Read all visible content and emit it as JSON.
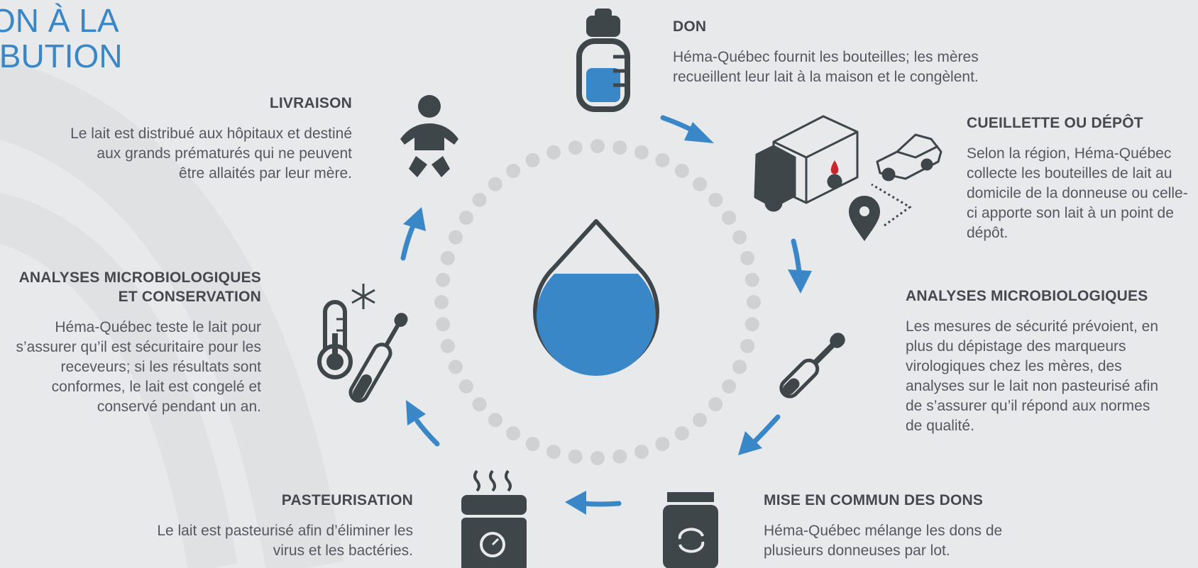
{
  "title": {
    "line1": "ON À LA",
    "line2": "IBUTION"
  },
  "steps": {
    "don": {
      "heading": "DON",
      "text": "Héma-Québec fournit les bouteilles; les mères recueillent leur lait à la maison et le congèlent."
    },
    "cueillette": {
      "heading": "CUEILLETTE OU DÉPÔT",
      "text": "Selon la région, Héma-Québec collecte les bouteilles de lait au domicile de la donneuse ou celle-ci apporte son lait à un point de dépôt."
    },
    "analyses": {
      "heading": "ANALYSES MICROBIOLOGIQUES",
      "text": "Les mesures de sécurité prévoient, en plus du dépistage des marqueurs virologiques chez les mères, des analyses sur le lait non pasteurisé afin de s’assurer qu’il répond aux normes de qualité."
    },
    "mise_en_commun": {
      "heading": "MISE EN COMMUN DES DONS",
      "text": "Héma-Québec mélange les dons de plusieurs donneuses par lot."
    },
    "pasteurisation": {
      "heading": "PASTEURISATION",
      "text": "Le lait est pasteurisé afin d’éliminer les virus et les bactéries."
    },
    "analyses_conservation": {
      "heading_line1": "ANALYSES MICROBIOLOGIQUES",
      "heading_line2": "ET CONSERVATION",
      "text": "Héma-Québec teste le lait pour s’assurer qu’il est sécuritaire pour les receveurs; si les résultats sont conformes, le lait est congelé et conservé pendant un an."
    },
    "livraison": {
      "heading": "LIVRAISON",
      "text": "Le lait est distribué aux hôpitaux et destiné aux grands prématurés qui ne peuvent être allaités par leur mère."
    }
  },
  "colors": {
    "accent": "#3a87c8",
    "icon": "#3f4649",
    "dots": "#cfd1d3",
    "background": "#e7e9eb"
  }
}
